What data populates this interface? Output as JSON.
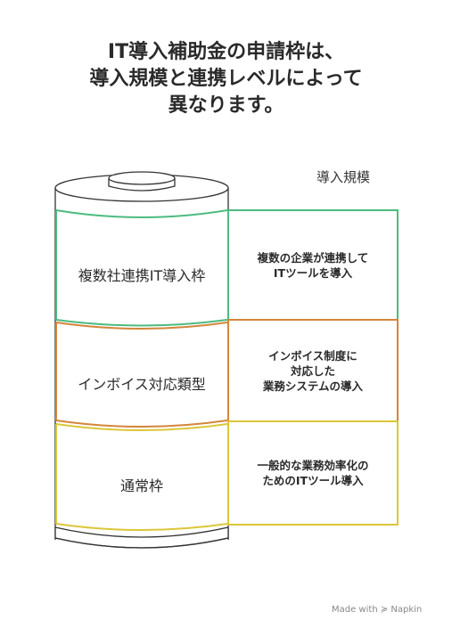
{
  "title": {
    "line1": "IT導入補助金の申請枠は、",
    "line2": "導入規模と連携レベルによって",
    "line3": "異なります。"
  },
  "axis_label": "導入規模",
  "segments": [
    {
      "label": "複数社連携IT導入枠",
      "desc_line1": "複数の企業が連携して",
      "desc_line2": "ITツールを導入",
      "desc_line3": "",
      "color": "#4cbb80"
    },
    {
      "label": "インボイス対応類型",
      "desc_line1": "インボイス制度に",
      "desc_line2": "対応した",
      "desc_line3": "業務システムの導入",
      "color": "#d4863a"
    },
    {
      "label": "通常枠",
      "desc_line1": "一般的な業務効率化の",
      "desc_line2": "ためのITツール導入",
      "desc_line3": "",
      "color": "#dcc63a"
    }
  ],
  "footer": "Made with ≽ Napkin"
}
